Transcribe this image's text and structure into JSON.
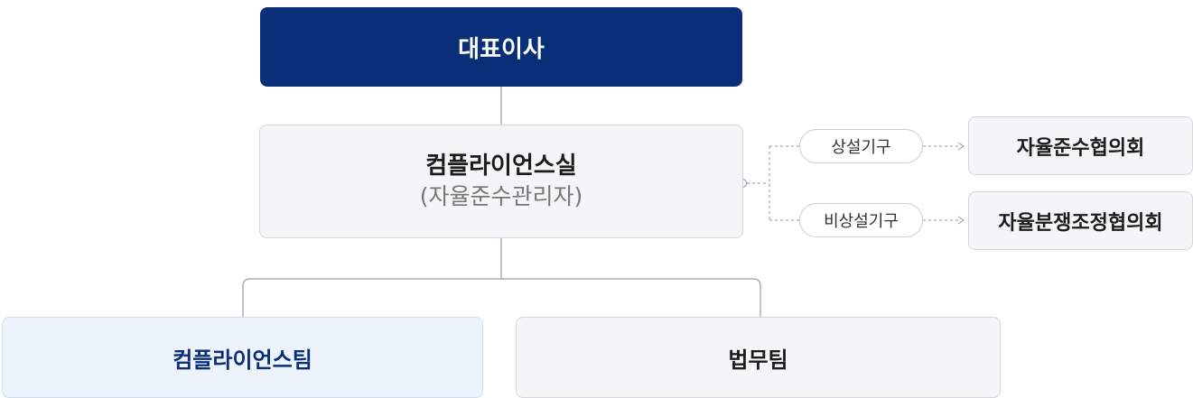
{
  "ceo": {
    "label": "대표이사"
  },
  "compliance_office": {
    "title": "컴플라이언스실",
    "subtitle": "(자율준수관리자)"
  },
  "bodies": [
    {
      "type": "상설기구",
      "council": "자율준수협의회"
    },
    {
      "type": "비상설기구",
      "council": "자율분쟁조정협의회"
    }
  ],
  "teams": [
    {
      "label": "컴플라이언스팀"
    },
    {
      "label": "법무팀"
    }
  ],
  "colors": {
    "primary_navy": "#0a2f78",
    "box_gray": "#f4f5f7",
    "team_blue": "#edf3fc",
    "line_gray": "#9a9da3"
  }
}
